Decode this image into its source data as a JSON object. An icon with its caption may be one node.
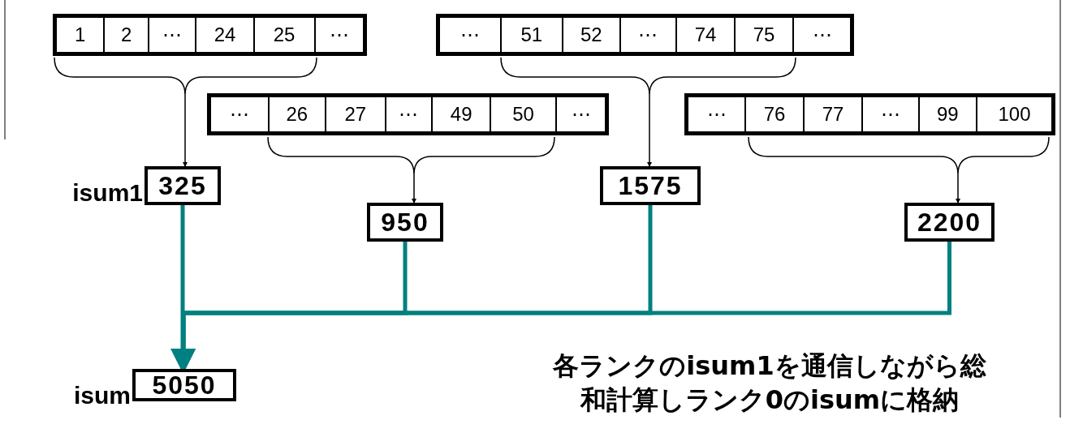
{
  "diagram": {
    "nodes": [
      {
        "text": [
          "1",
          "2",
          "⋯",
          "24",
          "25",
          "⋯"
        ]
      },
      {
        "text": [
          "⋯",
          "26",
          "27",
          "⋯",
          "49",
          "50",
          "⋯"
        ]
      },
      {
        "text": [
          "⋯",
          "51",
          "52",
          "⋯",
          "74",
          "75",
          "⋯"
        ]
      },
      {
        "text": [
          "⋯",
          "76",
          "77",
          "⋯",
          "99",
          "100"
        ]
      },
      {
        "text": [
          "325"
        ],
        "beside": [
          "isum1"
        ]
      },
      {
        "text": [
          "950"
        ]
      },
      {
        "text": [
          "1575"
        ]
      },
      {
        "text": [
          "2200"
        ]
      },
      {
        "text": [
          "5050"
        ],
        "beside": [
          "isum"
        ]
      }
    ],
    "edges": [
      {
        "from": 0,
        "to": 4,
        "arrow": "to"
      },
      {
        "from": 1,
        "to": 5,
        "arrow": "to"
      },
      {
        "from": 2,
        "to": 6,
        "arrow": "to"
      },
      {
        "from": 3,
        "to": 7,
        "arrow": "to"
      },
      {
        "from": 4,
        "to": 8,
        "arrow": "to",
        "style": "thick",
        "color": "#008080"
      },
      {
        "from": 5,
        "to": 8,
        "arrow": "to",
        "style": "thick",
        "color": "#008080"
      },
      {
        "from": 6,
        "to": 8,
        "arrow": "to",
        "style": "thick",
        "color": "#008080"
      },
      {
        "from": 7,
        "to": 8,
        "arrow": "to",
        "style": "thick",
        "color": "#008080"
      }
    ],
    "labels": [
      "各ランクのisum1を通信しながら総和計算しランク0のisumに格納"
    ]
  }
}
